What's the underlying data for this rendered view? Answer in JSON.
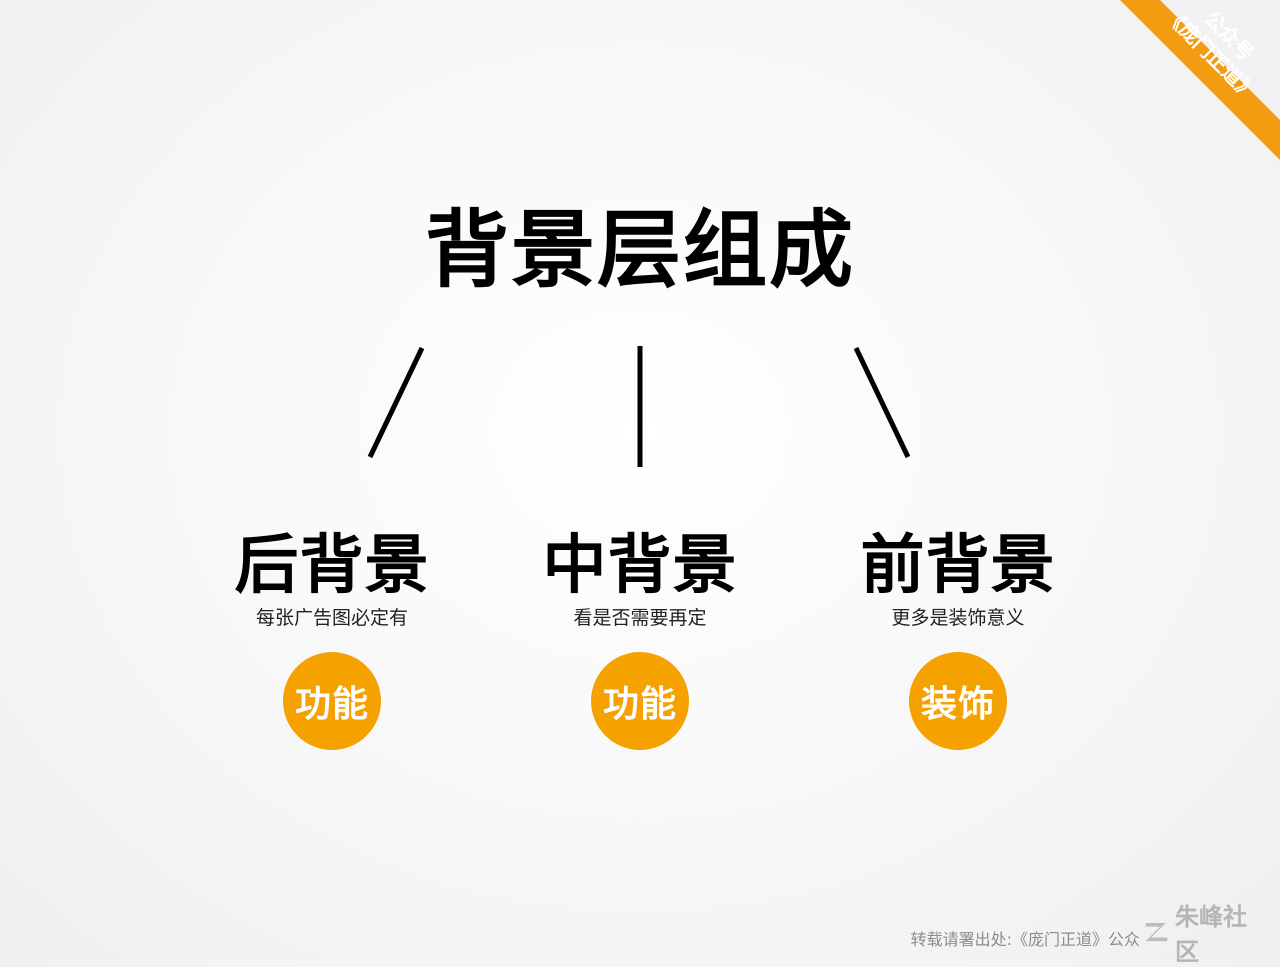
{
  "colors": {
    "accent": "#f5a100",
    "ribbon": "#f39c12",
    "text": "#000000",
    "muted": "#8c8c8c"
  },
  "ribbon": {
    "line1": "公众号",
    "line2": "《庞门正道》"
  },
  "title": "背景层组成",
  "branches": [
    {
      "heading": "后背景",
      "desc": "每张广告图必定有",
      "badge": "功能"
    },
    {
      "heading": "中背景",
      "desc": "看是否需要再定",
      "badge": "功能"
    },
    {
      "heading": "前背景",
      "desc": "更多是装饰意义",
      "badge": "装饰"
    }
  ],
  "footer": {
    "note": "转载请署出处:《庞门正道》公众",
    "logo_icon": "community-logo-icon",
    "logo_text": "朱峰社区"
  }
}
